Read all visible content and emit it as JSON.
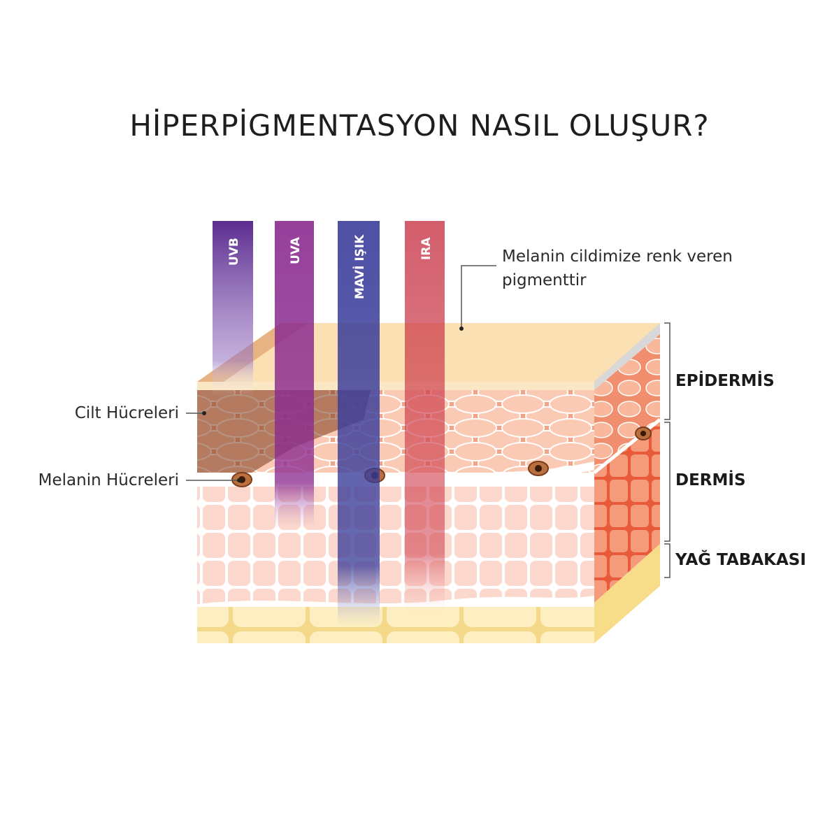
{
  "title": "HİPERPİGMENTASYON NASIL OLUŞUR?",
  "rays": [
    {
      "label": "UVB",
      "color": "#5b2c8f"
    },
    {
      "label": "UVA",
      "color": "#8a2a8f"
    },
    {
      "label": "MAVİ IŞIK",
      "color": "#3a3d9a"
    },
    {
      "label": "IRA",
      "color": "#c4273a"
    }
  ],
  "annotations": {
    "melanin_note": "Melanin cildimize renk veren pigmenttir",
    "skin_cells": "Cilt Hücreleri",
    "melanin_cells": "Melanin Hücreleri"
  },
  "layers": {
    "epidermis": "EPİDERMİS",
    "dermis": "DERMİS",
    "fat": "YAĞ TABAKASI"
  },
  "colors": {
    "top_surface": "#fbe0b4",
    "epidermis": "#f6a98a",
    "dermis": "#fbd6cc",
    "fat": "#fdeaa8",
    "melanin": "#7a3b1b"
  }
}
